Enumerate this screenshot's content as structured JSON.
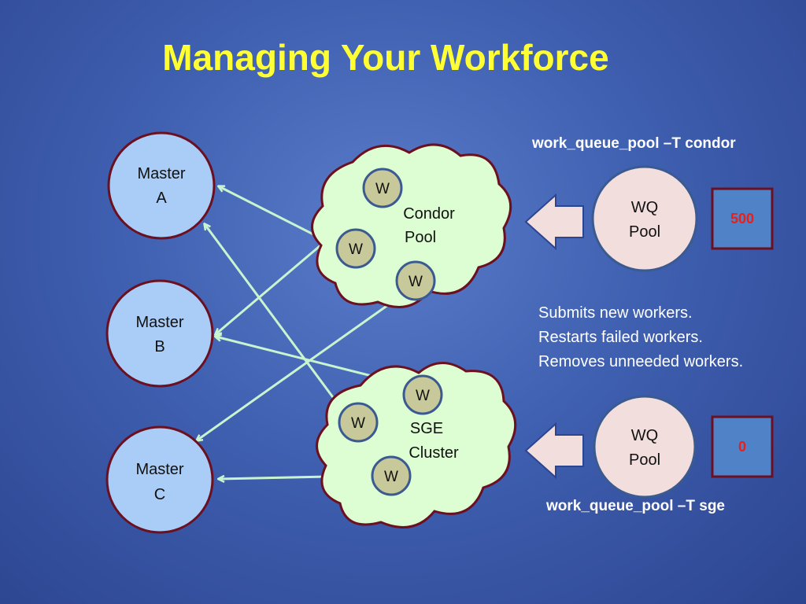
{
  "title": "Managing Your Workforce",
  "masters": [
    {
      "line1": "Master",
      "line2": "A"
    },
    {
      "line1": "Master",
      "line2": "B"
    },
    {
      "line1": "Master",
      "line2": "C"
    }
  ],
  "pools": [
    {
      "line1": "Condor",
      "line2": "Pool",
      "workers": [
        "W",
        "W",
        "W"
      ]
    },
    {
      "line1": "SGE",
      "line2": "Cluster",
      "workers": [
        "W",
        "W",
        "W"
      ]
    }
  ],
  "wq_pools": [
    {
      "line1": "WQ",
      "line2": "Pool",
      "count": "500",
      "command": "work_queue_pool –T condor"
    },
    {
      "line1": "WQ",
      "line2": "Pool",
      "count": "0",
      "command": "work_queue_pool –T sge"
    }
  ],
  "notes": [
    "Submits new workers.",
    "Restarts failed workers.",
    "Removes unneeded workers."
  ],
  "colors": {
    "title": "#ffff33",
    "master_fill": "#a9cdf7",
    "outline": "#6b1020",
    "cloud_fill": "#ddfdd2",
    "worker_fill": "#c8c99a",
    "worker_outline": "#3a5a90",
    "arrow": "#c8f5d0",
    "wq_fill": "#f3dede",
    "count_fill": "#4f82c7",
    "count_text": "#e8201a"
  }
}
